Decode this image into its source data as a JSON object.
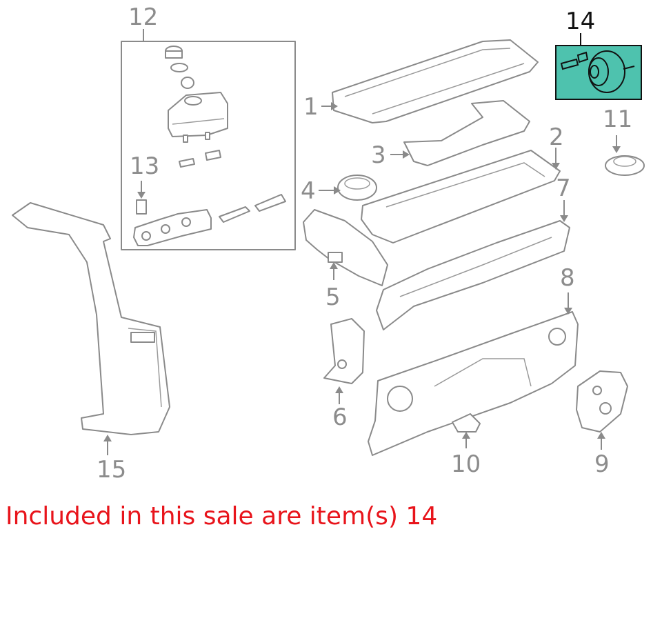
{
  "colors": {
    "highlight_fill": "#4ec2ae",
    "line": "#8a8a8a",
    "callout_text": "#8c8c8c",
    "highlight_text": "#111111",
    "note_text": "#e8141b"
  },
  "callouts": {
    "c1": "1",
    "c2": "2",
    "c3": "3",
    "c4": "4",
    "c5": "5",
    "c6": "6",
    "c7": "7",
    "c8": "8",
    "c9": "9",
    "c10": "10",
    "c11": "11",
    "c12": "12",
    "c13": "13",
    "c14": "14",
    "c15": "15"
  },
  "highlighted_item": "14",
  "sale_note": "Included in this sale are item(s) 14"
}
